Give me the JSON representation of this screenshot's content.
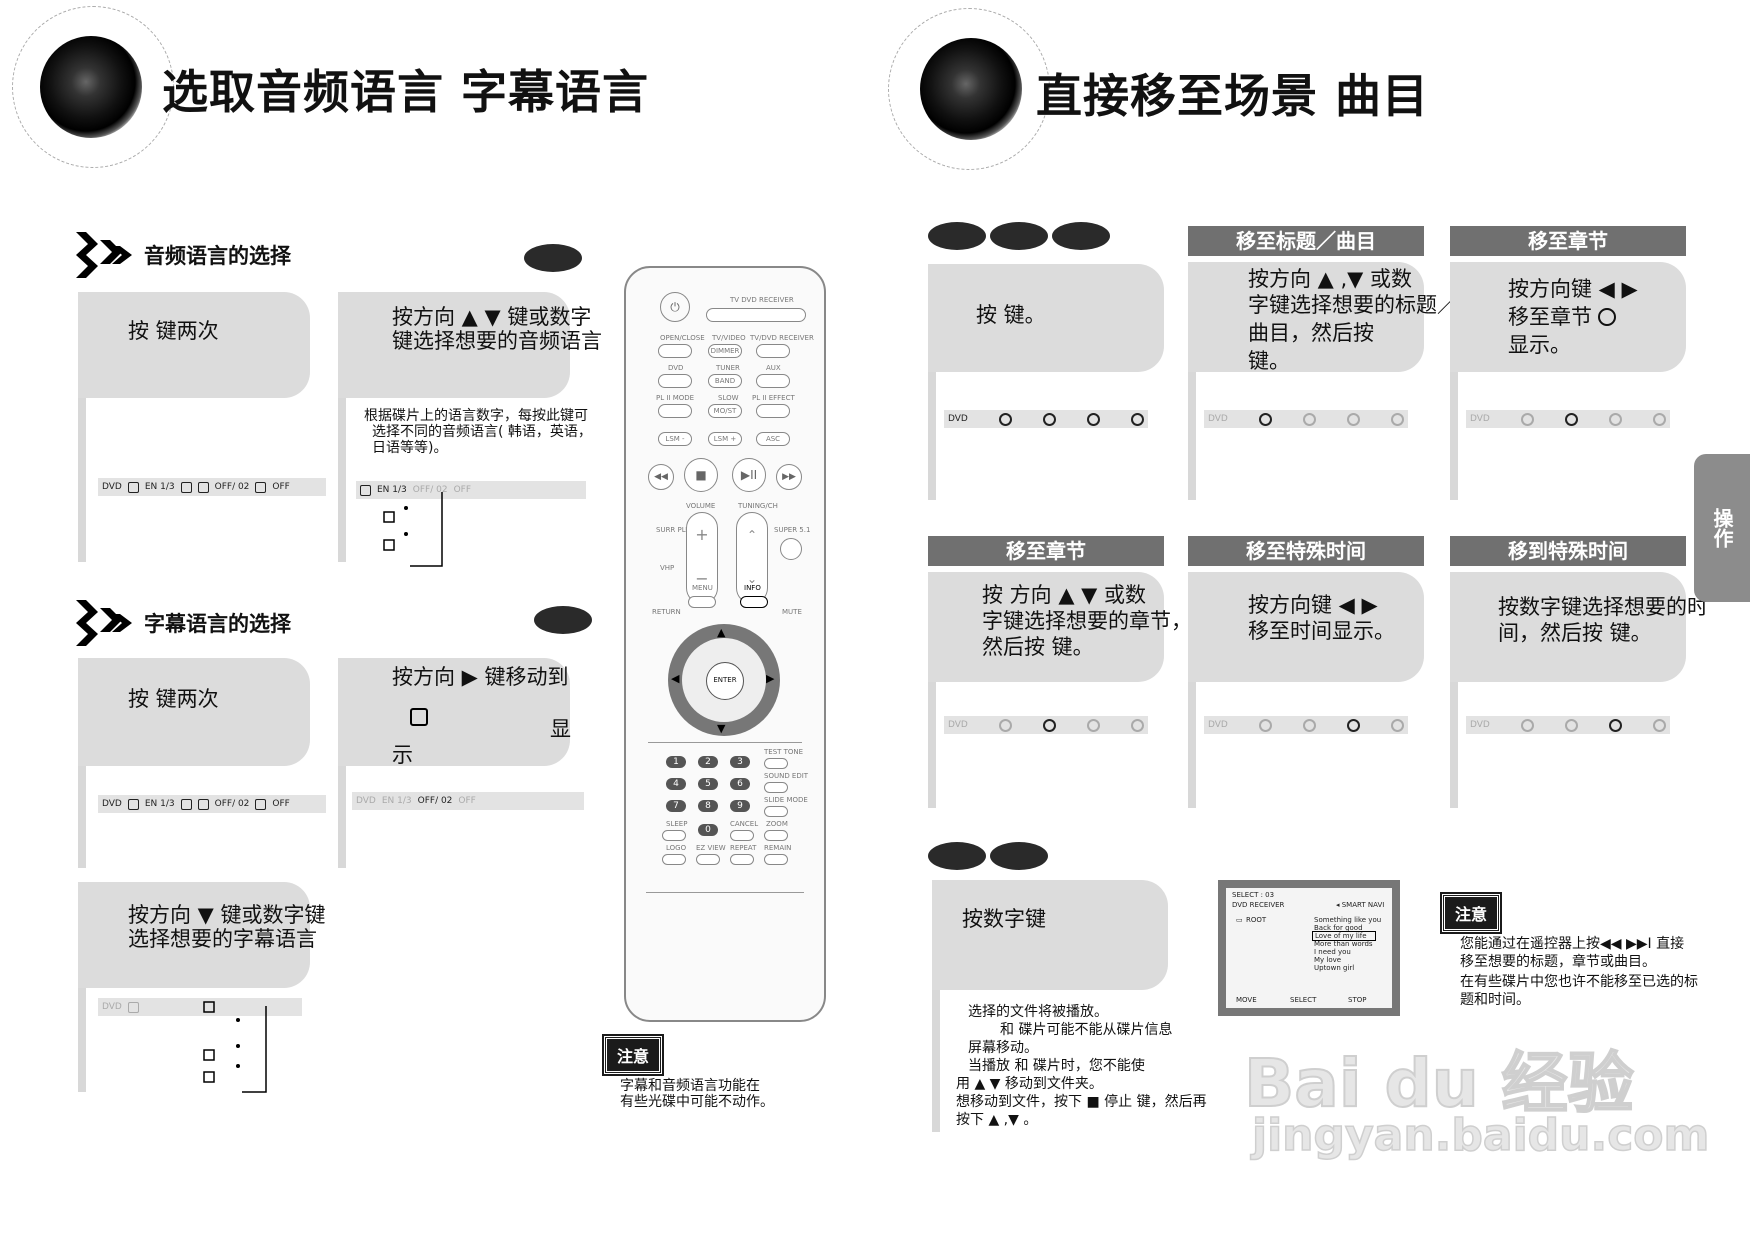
{
  "left_title": "选取音频语言 字幕语言",
  "right_title": "直接移至场景 曲目",
  "audio_section": {
    "heading": "音频语言的选择",
    "step1": "按        键两次",
    "step2_line1": "按方向 ▲ ▼ 键或数字",
    "step2_line2": "键选择想要的音频语言",
    "note_lines": [
      "根据碟片上的语言数字，每按此键可",
      "选择不同的音频语言( 韩语，英语，",
      "日语等等)。"
    ],
    "osd_items": [
      "DVD",
      "EN 1/3",
      "OFF/ 02",
      "OFF"
    ]
  },
  "subtitle_section": {
    "heading": "字幕语言的选择",
    "step1": "按        键两次",
    "step2_line1": "按方向 ▶ 键移动到",
    "step2_display": "显",
    "step2_line3": "示",
    "step3_line1": "按方向  ▼ 键或数字键",
    "step3_line2": "选择想要的字幕语言",
    "osd_items": [
      "DVD",
      "EN 1/3",
      "OFF/ 02",
      "OFF"
    ]
  },
  "remote_labels": {
    "tv_dvd": "TV   DVD RECEIVER",
    "open_close": "OPEN/CLOSE",
    "tv_video": "TV/VIDEO",
    "dimmer": "DIMMER",
    "tv_dvd_receiver": "TV/DVD RECEIVER",
    "dvd": "DVD",
    "tuner": "TUNER",
    "band": "BAND",
    "aux": "AUX",
    "pl2_mode": "PL II MODE",
    "slow": "SLOW",
    "mo_st": "MO/ST",
    "pl2_effect": "PL II EFFECT",
    "lsm": "LSM -",
    "lsm_plus": "LSM +",
    "asc": "ASC",
    "volume": "VOLUME",
    "tuning": "TUNING/CH",
    "surr_plus": "SURR PLUS",
    "vhp": "VHP",
    "super51": "SUPER 5.1",
    "menu": "MENU",
    "info": "INFO",
    "return": "RETURN",
    "mute": "MUTE",
    "enter": "ENTER",
    "test_tone": "TEST TONE",
    "sound_edit": "SOUND EDIT",
    "slide_mode": "SLIDE MODE",
    "logo": "LOGO",
    "ez_view": "EZ VIEW",
    "repeat": "REPEAT",
    "sleep": "SLEEP",
    "cancel": "CANCEL",
    "zoom": "ZOOM",
    "remain": "REMAIN",
    "numbers": [
      "1",
      "2",
      "3",
      "4",
      "5",
      "6",
      "7",
      "8",
      "9",
      "0"
    ]
  },
  "left_note": {
    "label": "注意",
    "lines": [
      "字幕和音频语言功能在",
      "有些光碟中可能不动作。"
    ]
  },
  "right_top": {
    "step1": "按        键。",
    "box_title": {
      "header": "移至标题／曲目",
      "lines": [
        "按方向 ▲ ,▼   或数",
        "字键选择想要的标题／",
        "曲目，然后按",
        "键。"
      ]
    },
    "box_chapter": {
      "header": "移至章节",
      "lines": [
        "按方向键   ◀ ▶",
        "移至章节",
        "显示。"
      ]
    }
  },
  "right_mid": {
    "box1": {
      "header": "移至章节",
      "lines": [
        "按 方向  ▲ ▼  或数",
        "字键选择想要的章节，",
        "然后按                键。"
      ]
    },
    "box2": {
      "header": "移至特殊时间",
      "lines": [
        "按方向键 ◀ ▶",
        "移至时间显示。"
      ]
    },
    "box3": {
      "header": "移到特殊时间",
      "lines": [
        "按数字键选择想要的时",
        "间，然后按              键。"
      ]
    }
  },
  "right_bottom": {
    "step": "按数字键",
    "notes": [
      "选择的文件将被播放。",
      "和          碟片可能不能从碟片信息",
      "屏幕移动。",
      "当播放         和          碟片时，您不能使",
      "用 ▲ ▼  移动到文件夹。",
      "想移动到文件，按下 ■   停止  键，然后再",
      "按下 ▲ ,▼   。"
    ],
    "screen": {
      "select": "SELECT :   03",
      "receiver": "DVD RECEIVER",
      "navi": "◂ SMART NAVI",
      "root": "ROOT",
      "tracks": [
        "Something like you",
        "Back for good",
        "Love of my life",
        "More than words",
        "I need you",
        "My love",
        "Uptown girl"
      ],
      "footer": [
        "MOVE",
        "SELECT",
        "STOP"
      ]
    }
  },
  "right_note": {
    "label": "注意",
    "lines": [
      "您能通过在遥控器上按◀◀ ▶▶I  直接",
      "移至想要的标题，章节或曲目。",
      "在有些碟片中您也许不能移至已选的标",
      "题和时间。"
    ]
  },
  "side_tab": "操作",
  "watermark": {
    "brand": "Bai  du 经验",
    "url": "jingyan.baidu.com"
  }
}
